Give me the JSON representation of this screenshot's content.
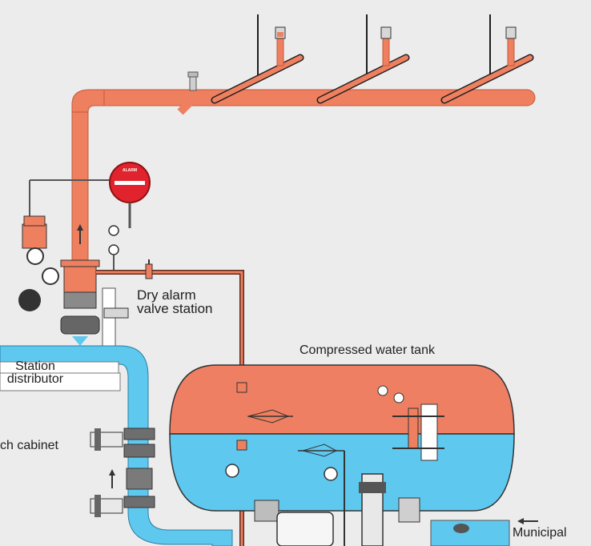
{
  "labels": {
    "valve_station_line1": "Dry alarm",
    "valve_station_line2": "valve station",
    "tank": "Compressed water tank",
    "station_line1": "Station",
    "station_line2": "distributor",
    "cabinet": "ch cabinet",
    "municipal": "Municipal"
  },
  "colors": {
    "background": "#ececec",
    "dry_pipe": "#ee7f5f",
    "water_pipe": "#5ec8ef",
    "tank_air": "#ef7f63",
    "tank_water": "#5ec8ef",
    "alarm_bell": "#e0232c",
    "outline": "#1f1f1f"
  },
  "icons": [
    "sprinkler-head-icon",
    "alarm-bell-icon",
    "pressure-gauge-icon",
    "valve-icon",
    "pump-icon",
    "arrow-up-icon",
    "arrow-left-icon"
  ]
}
